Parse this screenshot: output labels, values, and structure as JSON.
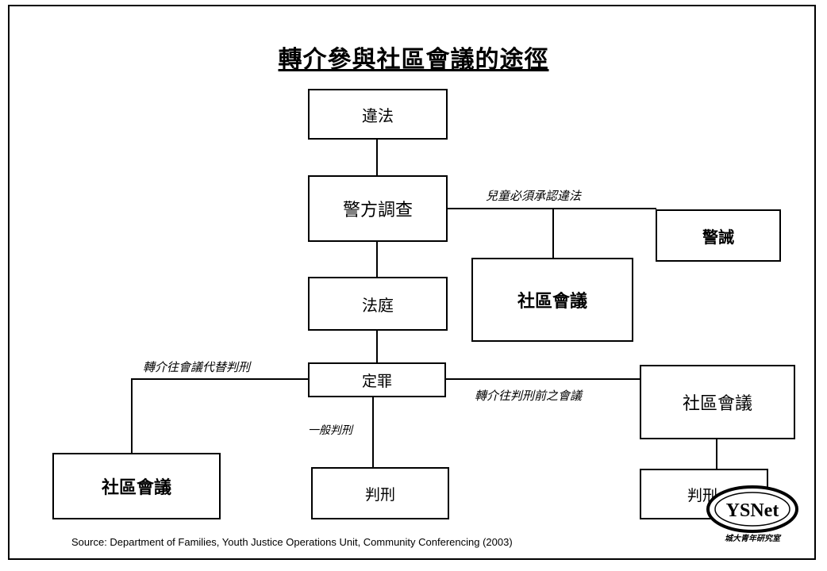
{
  "title": "轉介參與社區會議的途徑",
  "nodes": {
    "offence": "違法",
    "police_investigation": "警方調查",
    "caution": "警誡",
    "conference_police": "社區會議",
    "court": "法庭",
    "conviction": "定罪",
    "conference_presentence": "社區會議",
    "conference_instead": "社區會議",
    "sentence_general": "判刑",
    "sentence_after_conference": "判刑"
  },
  "edge_labels": {
    "must_admit": "兒童必須承認違法",
    "refer_instead_of_sentence": "轉介往會議代替判刑",
    "refer_presentence": "轉介往判刑前之會議",
    "general_sentence": "一般判刑"
  },
  "source": "Source: Department of Families, Youth Justice Operations Unit, Community Conferencing (2003)",
  "logo": {
    "text": "YSNet",
    "subtext": "城大青年研究室"
  }
}
